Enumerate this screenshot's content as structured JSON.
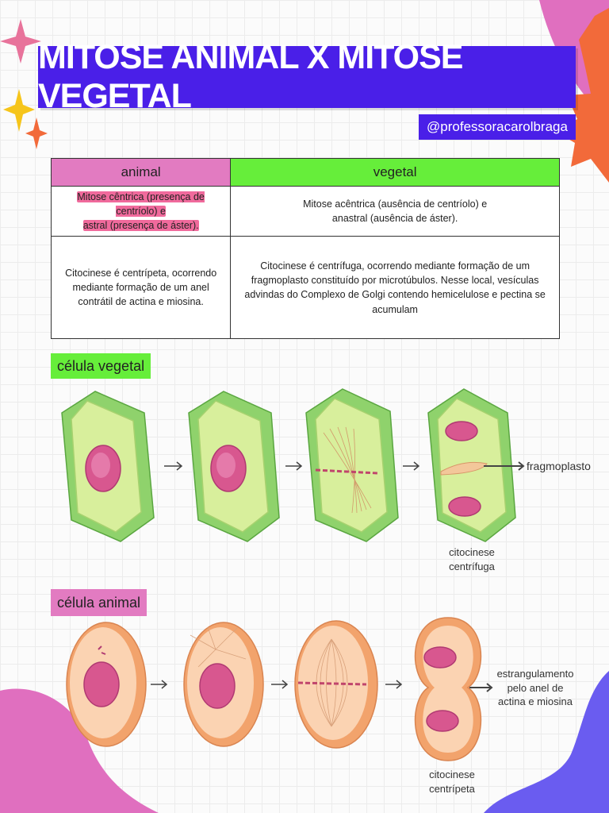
{
  "header": {
    "title": "MITOSE ANIMAL X MITOSE VEGETAL",
    "handle": "@professoracarolbraga"
  },
  "table": {
    "col_animal": "animal",
    "col_vegetal": "vegetal",
    "row1": {
      "animal_line1": "Mitose cêntrica (presença de centríolo) e",
      "animal_line2": "astral (presença de áster).",
      "vegetal_line1": "Mitose acêntrica (ausência de centríolo) e",
      "vegetal_line2": "anastral (ausência de áster)."
    },
    "row2": {
      "animal": "Citocinese é centrípeta, ocorrendo mediante formação de um anel contrátil de actina e miosina.",
      "vegetal": "Citocinese é centrífuga, ocorrendo mediante formação de um fragmoplasto constituído por microtúbulos. Nesse local, vesículas advindas do Complexo de Golgi contendo hemicelulose e pectina se acumulam"
    }
  },
  "plant_section": {
    "label": "célula vegetal",
    "fragmoplast_label": "fragmoplasto",
    "caption_line1": "citocinese",
    "caption_line2": "centrífuga"
  },
  "animal_section": {
    "label": "célula animal",
    "constriction_line1": "estrangulamento",
    "constriction_line2": "pelo anel de",
    "constriction_line3": "actina e miosina",
    "caption_line1": "citocinese",
    "caption_line2": "centrípeta"
  },
  "colors": {
    "title_band": "#4a1fe8",
    "animal_header": "#e27bc1",
    "vegetal_header": "#66ee3a",
    "highlight": "#f06a9c"
  }
}
